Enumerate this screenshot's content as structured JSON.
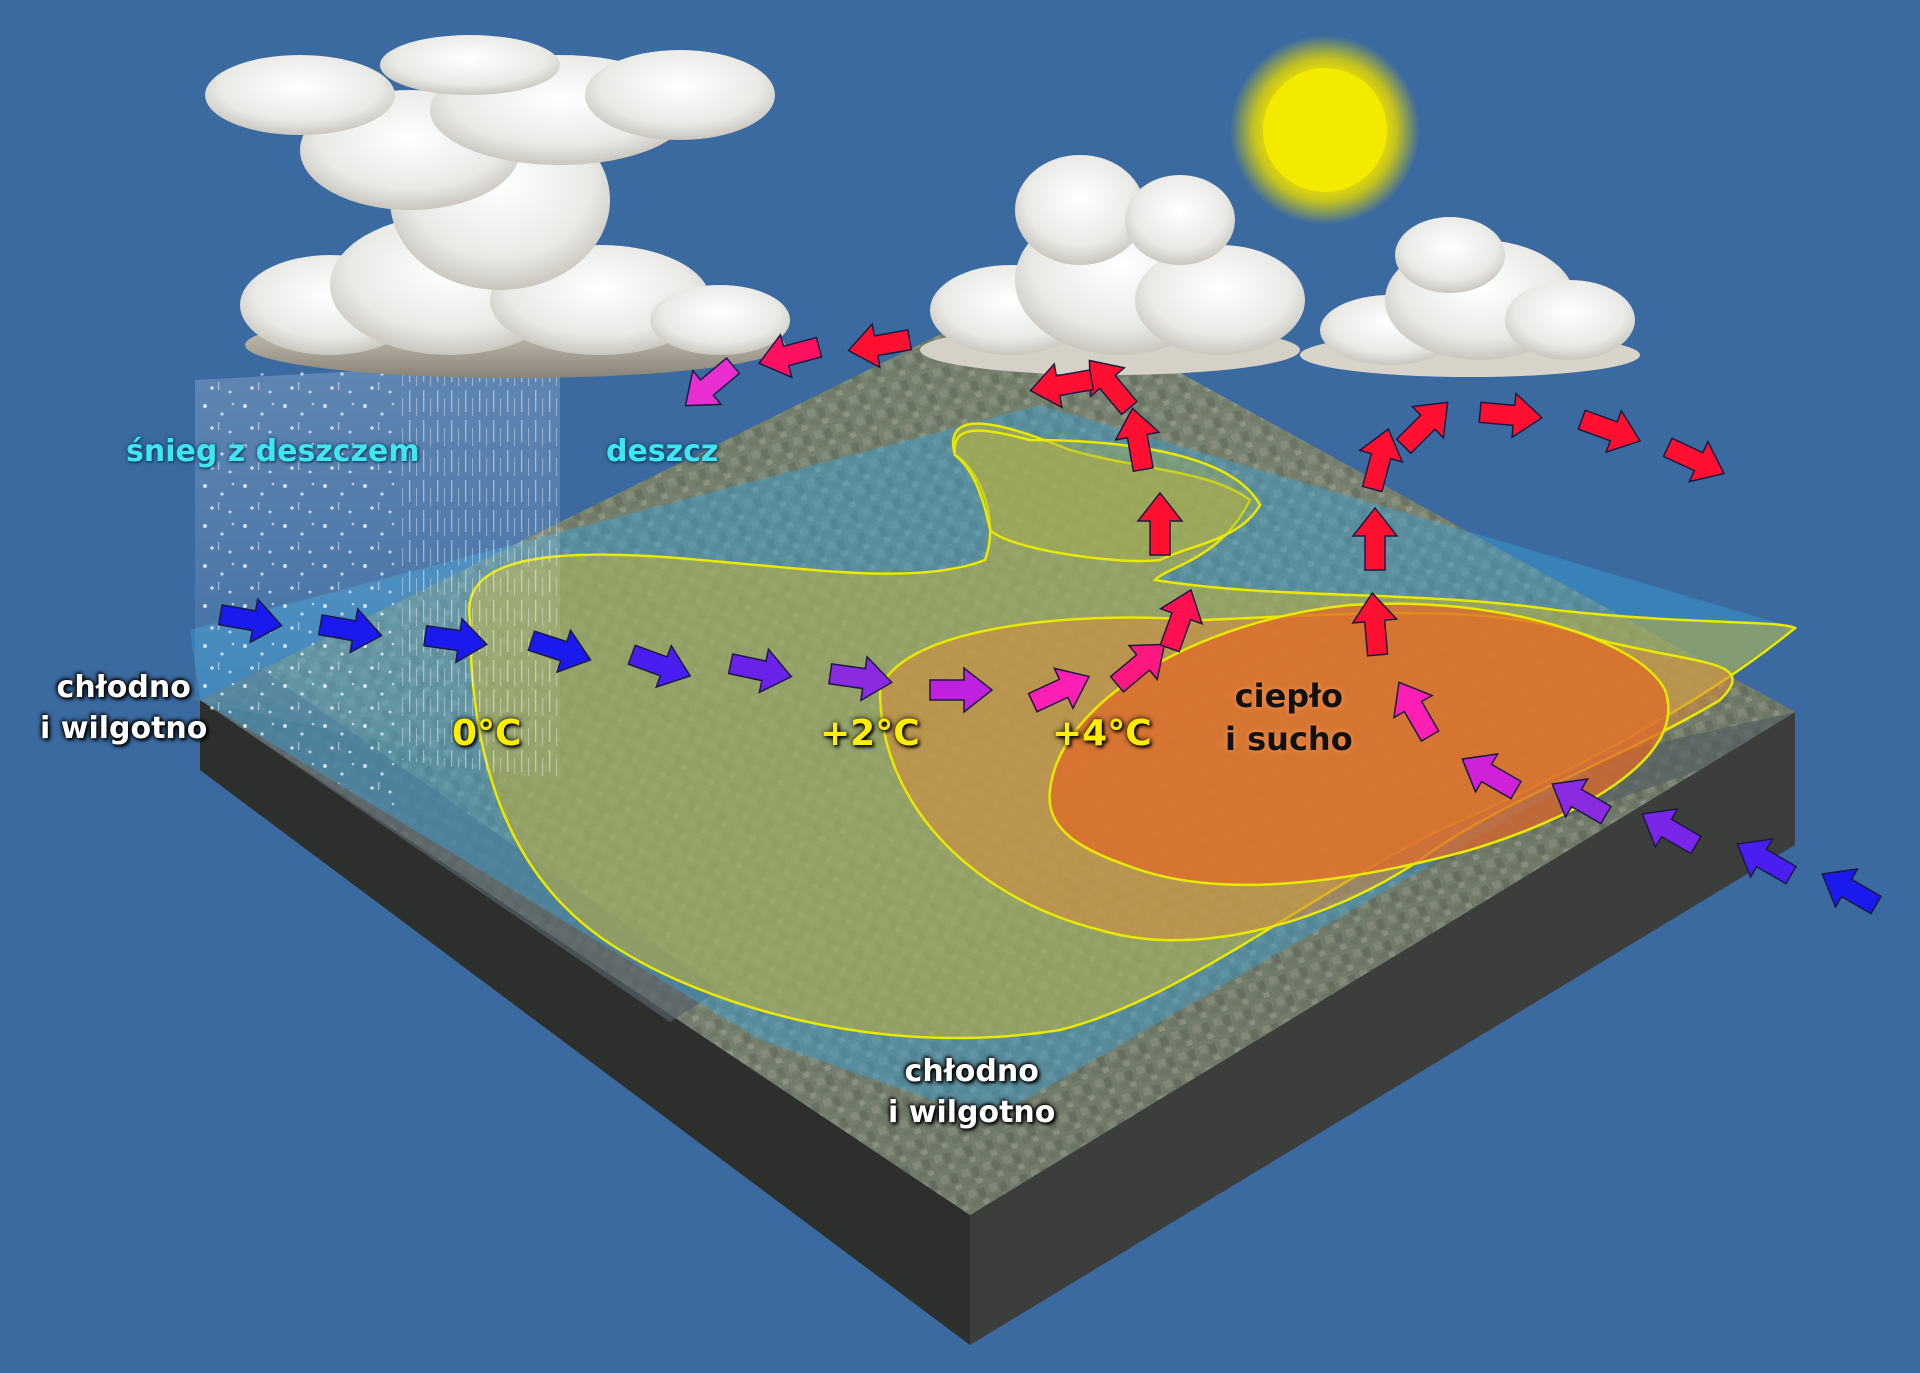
{
  "labels": {
    "sleet": "śnieg z deszczem",
    "rain": "deszcz",
    "cold_wet_left": [
      "chłodno",
      "i wilgotno"
    ],
    "cold_wet_bottom": [
      "chłodno",
      "i wilgotno"
    ],
    "warm_dry": [
      "ciepło",
      "i sucho"
    ],
    "isotherm_0": "0°C",
    "isotherm_2": "+2°C",
    "isotherm_4": "+4°C"
  },
  "colors": {
    "background": "#3a6aa0",
    "cold_arrow": "#1a1aee",
    "cool_arrow": "#8a2be2",
    "mild_arrow": "#ff1fb4",
    "warm_arrow": "#ff1030",
    "isotherm_line": "#e8e800",
    "warm_zone": "#e06a2a",
    "sleet_text": "#3ee6f2",
    "sun": "#f4ea00"
  },
  "icons": [
    "sun-icon",
    "storm-cloud-icon",
    "cloud-icon",
    "arrow-icon",
    "precipitation-icon"
  ]
}
